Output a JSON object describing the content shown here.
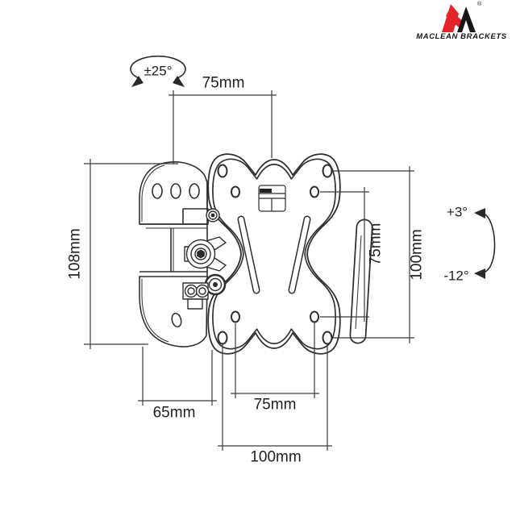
{
  "brand": {
    "name": "MACLEAN BRACKETS",
    "registered": "®"
  },
  "annotations": {
    "swivel_range": "±25°",
    "tilt_up": "+3°",
    "tilt_down": "-12°"
  },
  "dimensions": {
    "top_width": "75mm",
    "plate_height": "108mm",
    "vesa_vertical_75": "75mm",
    "vesa_vertical_100": "100mm",
    "wall_plate_width": "65mm",
    "vesa_horizontal_75": "75mm",
    "vesa_horizontal_100": "100mm"
  },
  "colors": {
    "background": "#ffffff",
    "part_line": "#2f2f2f",
    "dimension_line": "#3a3a3a",
    "text": "#1f1f1f",
    "logo_red": "#e4242b",
    "logo_black": "#161616"
  }
}
